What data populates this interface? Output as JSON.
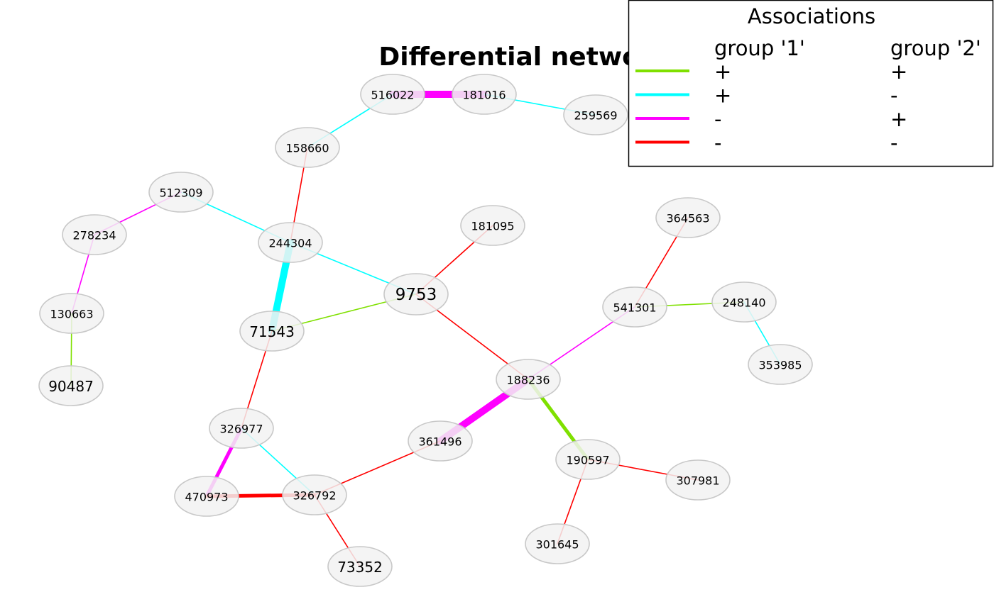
{
  "title": "Differential network",
  "legend": {
    "title": "Associations",
    "col1": "group '1'",
    "col2": "group '2'",
    "rows": [
      {
        "color": "#7fe000",
        "g1": "+",
        "g2": "+"
      },
      {
        "color": "#00ffff",
        "g1": "+",
        "g2": "-"
      },
      {
        "color": "#ff00ff",
        "g1": "-",
        "g2": "+"
      },
      {
        "color": "#ff0000",
        "g1": "-",
        "g2": "-"
      }
    ]
  },
  "colors": {
    "node_fill": "#f2f2f2",
    "node_border": "#c8c8c8",
    "pos_pos": "#7fe000",
    "pos_neg": "#00ffff",
    "neg_pos": "#ff00ff",
    "neg_neg": "#ff0000"
  },
  "nodes": [
    {
      "id": "516022",
      "label": "516022"
    },
    {
      "id": "181016",
      "label": "181016"
    },
    {
      "id": "259569",
      "label": "259569"
    },
    {
      "id": "158660",
      "label": "158660"
    },
    {
      "id": "512309",
      "label": "512309"
    },
    {
      "id": "278234",
      "label": "278234"
    },
    {
      "id": "244304",
      "label": "244304"
    },
    {
      "id": "181095",
      "label": "181095"
    },
    {
      "id": "364563",
      "label": "364563"
    },
    {
      "id": "130663",
      "label": "130663"
    },
    {
      "id": "9753",
      "label": "9753"
    },
    {
      "id": "541301",
      "label": "541301"
    },
    {
      "id": "248140",
      "label": "248140"
    },
    {
      "id": "71543",
      "label": "71543"
    },
    {
      "id": "90487",
      "label": "90487"
    },
    {
      "id": "188236",
      "label": "188236"
    },
    {
      "id": "353985",
      "label": "353985"
    },
    {
      "id": "326977",
      "label": "326977"
    },
    {
      "id": "361496",
      "label": "361496"
    },
    {
      "id": "190597",
      "label": "190597"
    },
    {
      "id": "470973",
      "label": "470973"
    },
    {
      "id": "326792",
      "label": "326792"
    },
    {
      "id": "307981",
      "label": "307981"
    },
    {
      "id": "301645",
      "label": "301645"
    },
    {
      "id": "73352",
      "label": "73352"
    }
  ],
  "edges": [
    {
      "from": "516022",
      "to": "181016",
      "type": "neg_pos",
      "strength": "strong"
    },
    {
      "from": "181016",
      "to": "259569",
      "type": "pos_neg",
      "strength": "weak"
    },
    {
      "from": "516022",
      "to": "158660",
      "type": "pos_neg",
      "strength": "weak"
    },
    {
      "from": "158660",
      "to": "244304",
      "type": "neg_neg",
      "strength": "weak"
    },
    {
      "from": "512309",
      "to": "244304",
      "type": "pos_neg",
      "strength": "weak"
    },
    {
      "from": "512309",
      "to": "278234",
      "type": "neg_pos",
      "strength": "weak"
    },
    {
      "from": "278234",
      "to": "130663",
      "type": "neg_pos",
      "strength": "weak"
    },
    {
      "from": "130663",
      "to": "90487",
      "type": "pos_pos",
      "strength": "weak"
    },
    {
      "from": "244304",
      "to": "71543",
      "type": "pos_neg",
      "strength": "strong"
    },
    {
      "from": "244304",
      "to": "9753",
      "type": "pos_neg",
      "strength": "weak"
    },
    {
      "from": "71543",
      "to": "9753",
      "type": "pos_pos",
      "strength": "weak"
    },
    {
      "from": "9753",
      "to": "181095",
      "type": "neg_neg",
      "strength": "weak"
    },
    {
      "from": "9753",
      "to": "188236",
      "type": "neg_neg",
      "strength": "weak"
    },
    {
      "from": "71543",
      "to": "326977",
      "type": "neg_neg",
      "strength": "weak"
    },
    {
      "from": "364563",
      "to": "541301",
      "type": "neg_neg",
      "strength": "weak"
    },
    {
      "from": "541301",
      "to": "248140",
      "type": "pos_pos",
      "strength": "weak"
    },
    {
      "from": "248140",
      "to": "353985",
      "type": "pos_neg",
      "strength": "weak"
    },
    {
      "from": "541301",
      "to": "188236",
      "type": "neg_pos",
      "strength": "weak"
    },
    {
      "from": "188236",
      "to": "361496",
      "type": "neg_pos",
      "strength": "strong"
    },
    {
      "from": "188236",
      "to": "190597",
      "type": "pos_pos",
      "strength": "medium"
    },
    {
      "from": "326977",
      "to": "470973",
      "type": "neg_pos",
      "strength": "medium"
    },
    {
      "from": "326977",
      "to": "326792",
      "type": "pos_neg",
      "strength": "weak"
    },
    {
      "from": "470973",
      "to": "326792",
      "type": "neg_neg",
      "strength": "medium"
    },
    {
      "from": "361496",
      "to": "326792",
      "type": "neg_neg",
      "strength": "weak"
    },
    {
      "from": "326792",
      "to": "73352",
      "type": "neg_neg",
      "strength": "weak"
    },
    {
      "from": "190597",
      "to": "307981",
      "type": "neg_neg",
      "strength": "weak"
    },
    {
      "from": "190597",
      "to": "301645",
      "type": "neg_neg",
      "strength": "weak"
    }
  ]
}
